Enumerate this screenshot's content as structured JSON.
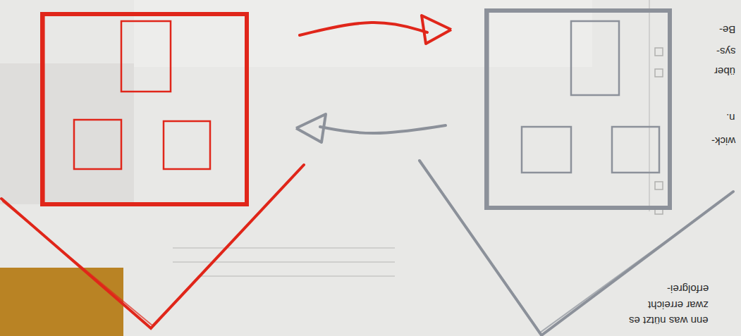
{
  "diagram": {
    "nodes": [
      {
        "text": []
      },
      {
        "text": []
      }
    ],
    "edges": [
      {
        "from": 0,
        "to": 1,
        "arrow": "to"
      },
      {
        "from": 1,
        "to": 0,
        "arrow": "to"
      }
    ],
    "labels": [
      "enn was nützt es",
      "zwar erreicht",
      "erfolgrei-",
      "wick-",
      "n.",
      "über",
      "sys-",
      "Be-"
    ]
  }
}
